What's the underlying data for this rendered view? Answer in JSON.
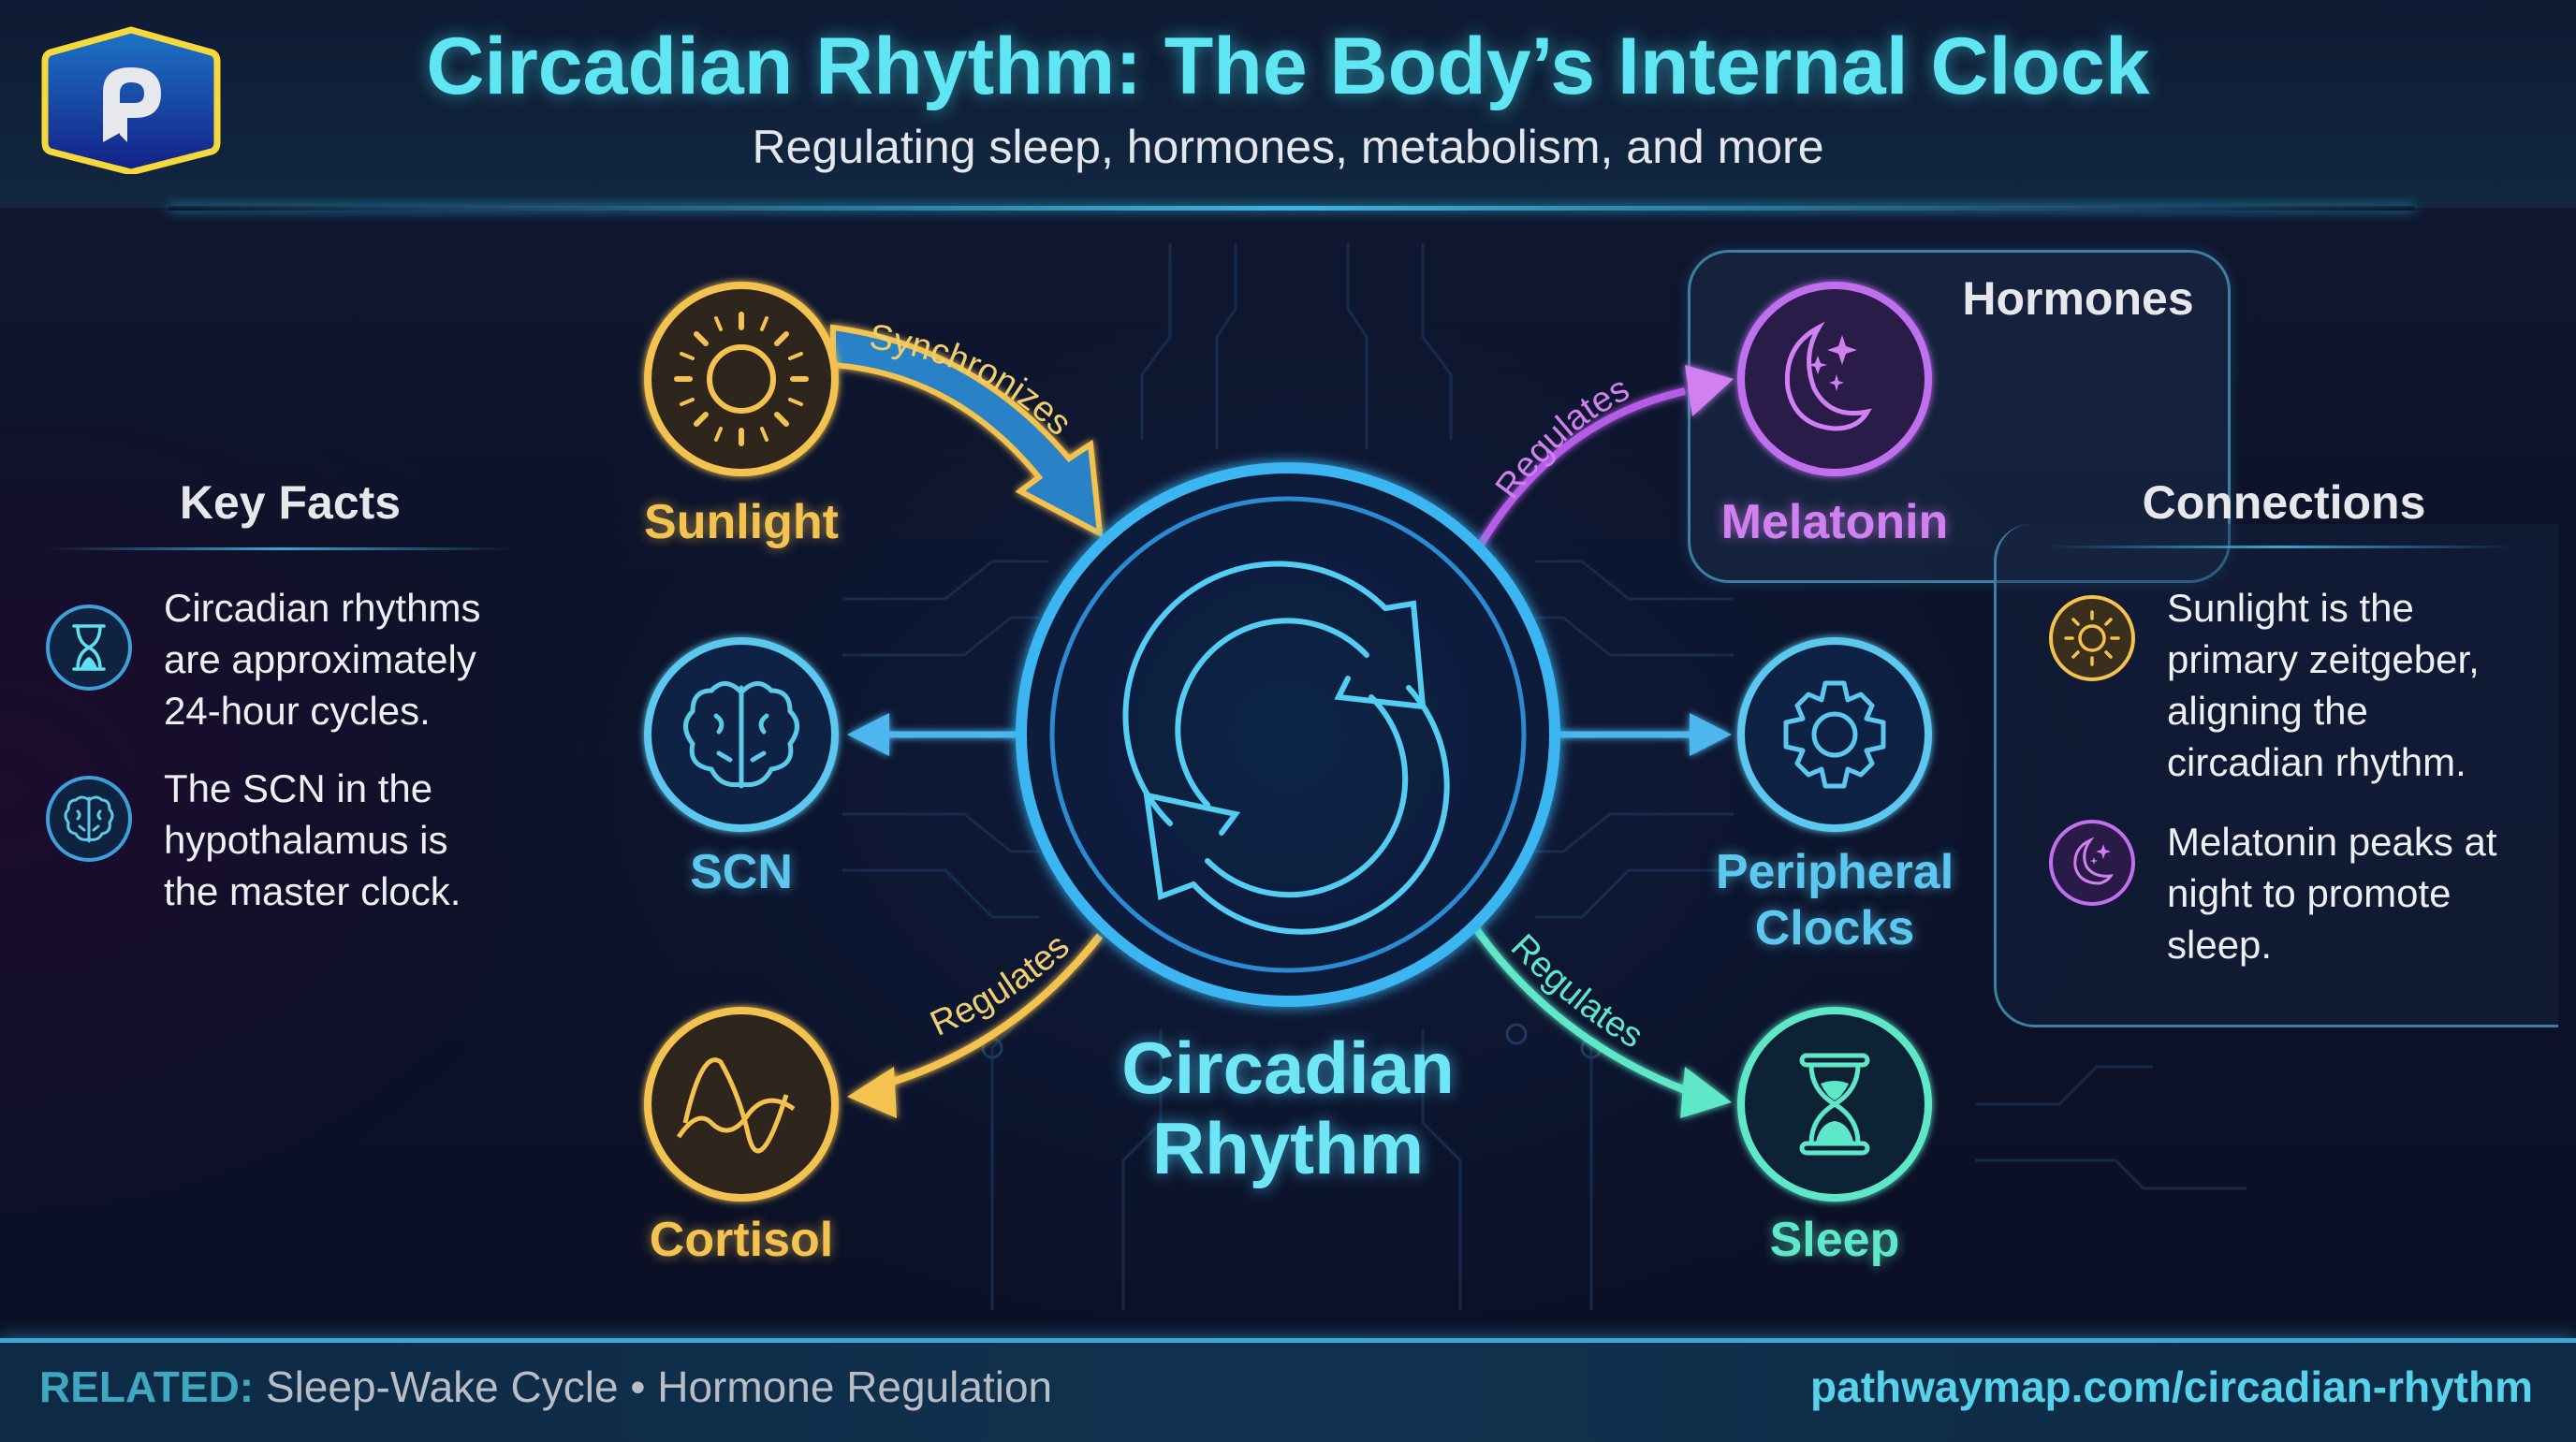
{
  "header": {
    "title": "Circadian Rhythm: The Body’s Internal Clock",
    "subtitle": "Regulating sleep, hormones, metabolism, and more",
    "logo_icon": "pathwaymap-p-logo"
  },
  "key_facts": {
    "heading": "Key Facts",
    "items": [
      {
        "icon": "hourglass-icon",
        "lines": [
          "Circadian rhythms",
          "are approximately",
          "24-hour cycles."
        ]
      },
      {
        "icon": "brain-icon",
        "lines": [
          "The SCN in the",
          "hypothalamus is",
          "the master clock."
        ]
      }
    ]
  },
  "diagram": {
    "center": {
      "label_line1": "Circadian",
      "label_line2": "Rhythm",
      "icon": "cycle-arrows-icon",
      "color": "#4fd6f0"
    },
    "nodes": [
      {
        "id": "sunlight",
        "label": "Sunlight",
        "icon": "sun-icon",
        "color": "#f3c24f"
      },
      {
        "id": "scn",
        "label": "SCN",
        "icon": "brain-icon",
        "color": "#5cc8ef"
      },
      {
        "id": "cortisol",
        "label": "Cortisol",
        "icon": "wave-icon",
        "color": "#f3c24f"
      },
      {
        "id": "melatonin",
        "label": "Melatonin",
        "icon": "moon-stars-icon",
        "color": "#d080f0"
      },
      {
        "id": "peripheral",
        "label_line1": "Peripheral",
        "label_line2": "Clocks",
        "icon": "gear-icon",
        "color": "#5cc8ef"
      },
      {
        "id": "sleep",
        "label": "Sleep",
        "icon": "hourglass-icon",
        "color": "#5ee8c8"
      }
    ],
    "edges": [
      {
        "from": "sunlight",
        "to": "center",
        "label": "Synchronizes"
      },
      {
        "from": "center",
        "to": "melatonin",
        "label": "Regulates"
      },
      {
        "from": "center",
        "to": "cortisol",
        "label": "Regulates"
      },
      {
        "from": "center",
        "to": "sleep",
        "label": "Regulates"
      },
      {
        "from": "center",
        "to": "scn",
        "label": ""
      },
      {
        "from": "center",
        "to": "peripheral",
        "label": ""
      }
    ],
    "groups": [
      {
        "label": "Hormones",
        "members": [
          "melatonin"
        ]
      }
    ]
  },
  "connections": {
    "heading": "Connections",
    "items": [
      {
        "icon": "sun-icon",
        "lines": [
          "Sunlight is the",
          "primary zeitgeber,",
          "aligning the",
          "circadian rhythm."
        ]
      },
      {
        "icon": "moon-stars-icon",
        "lines": [
          "Melatonin peaks at",
          "night to promote",
          "sleep."
        ]
      }
    ]
  },
  "footer": {
    "related_label": "RELATED:",
    "related_items": "Sleep-Wake Cycle • Hormone Regulation",
    "url": "pathwaymap.com/circadian-rhythm"
  },
  "colors": {
    "background": "#0c1126",
    "title": "#5fe6f2",
    "gold": "#f3c24f",
    "blue": "#5cc8ef",
    "purple": "#d080f0",
    "teal": "#5ee8c8",
    "accent_line": "#3aa8d8"
  }
}
